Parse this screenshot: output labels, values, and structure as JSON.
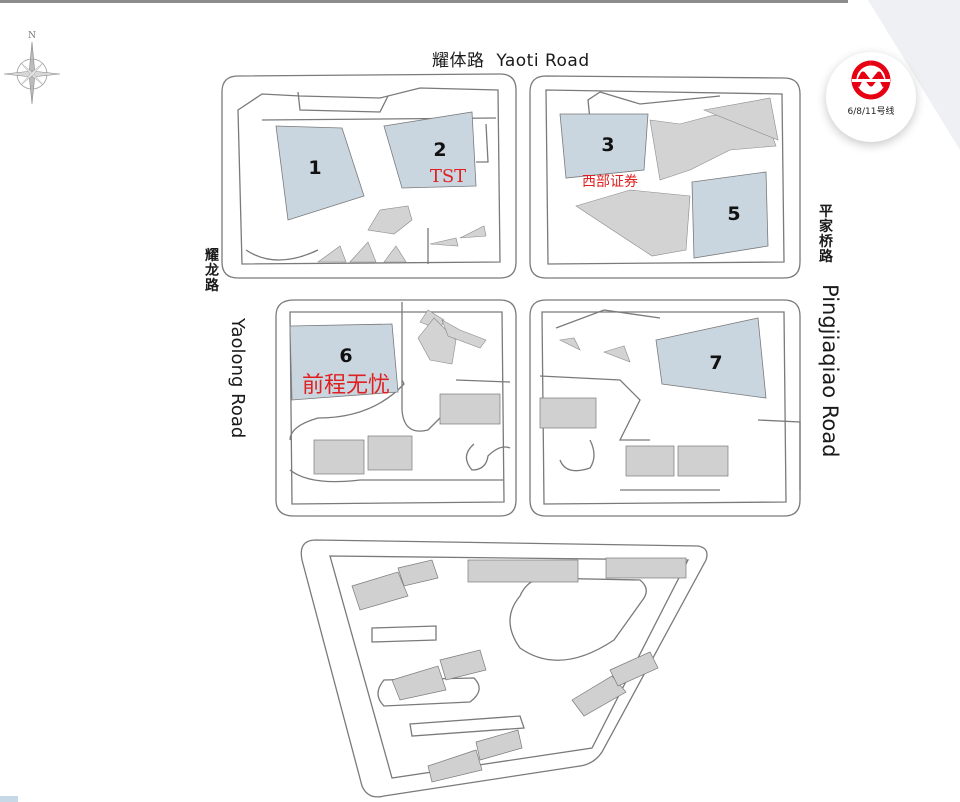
{
  "compass": {
    "north_label": "N"
  },
  "roads": {
    "top": {
      "cn": "耀体路",
      "en": "Yaoti Road"
    },
    "left": {
      "cn": "耀龙路",
      "en": "Yaolong Road"
    },
    "right": {
      "cn": "平家桥路",
      "en": "Pingjiaqiao Road"
    }
  },
  "metro": {
    "lines": "6/8/11号线",
    "accent_color": "#e60012"
  },
  "lots": [
    {
      "number": "1",
      "tenant": ""
    },
    {
      "number": "2",
      "tenant": "TST"
    },
    {
      "number": "3",
      "tenant": "西部证券"
    },
    {
      "number": "5",
      "tenant": ""
    },
    {
      "number": "6",
      "tenant": "前程无忧"
    },
    {
      "number": "7",
      "tenant": ""
    }
  ],
  "colors": {
    "lot_fill": "#c9d6e0",
    "building_fill": "#cfcfcf",
    "outline": "#7a7a7a",
    "tenant_text": "#e02020"
  }
}
